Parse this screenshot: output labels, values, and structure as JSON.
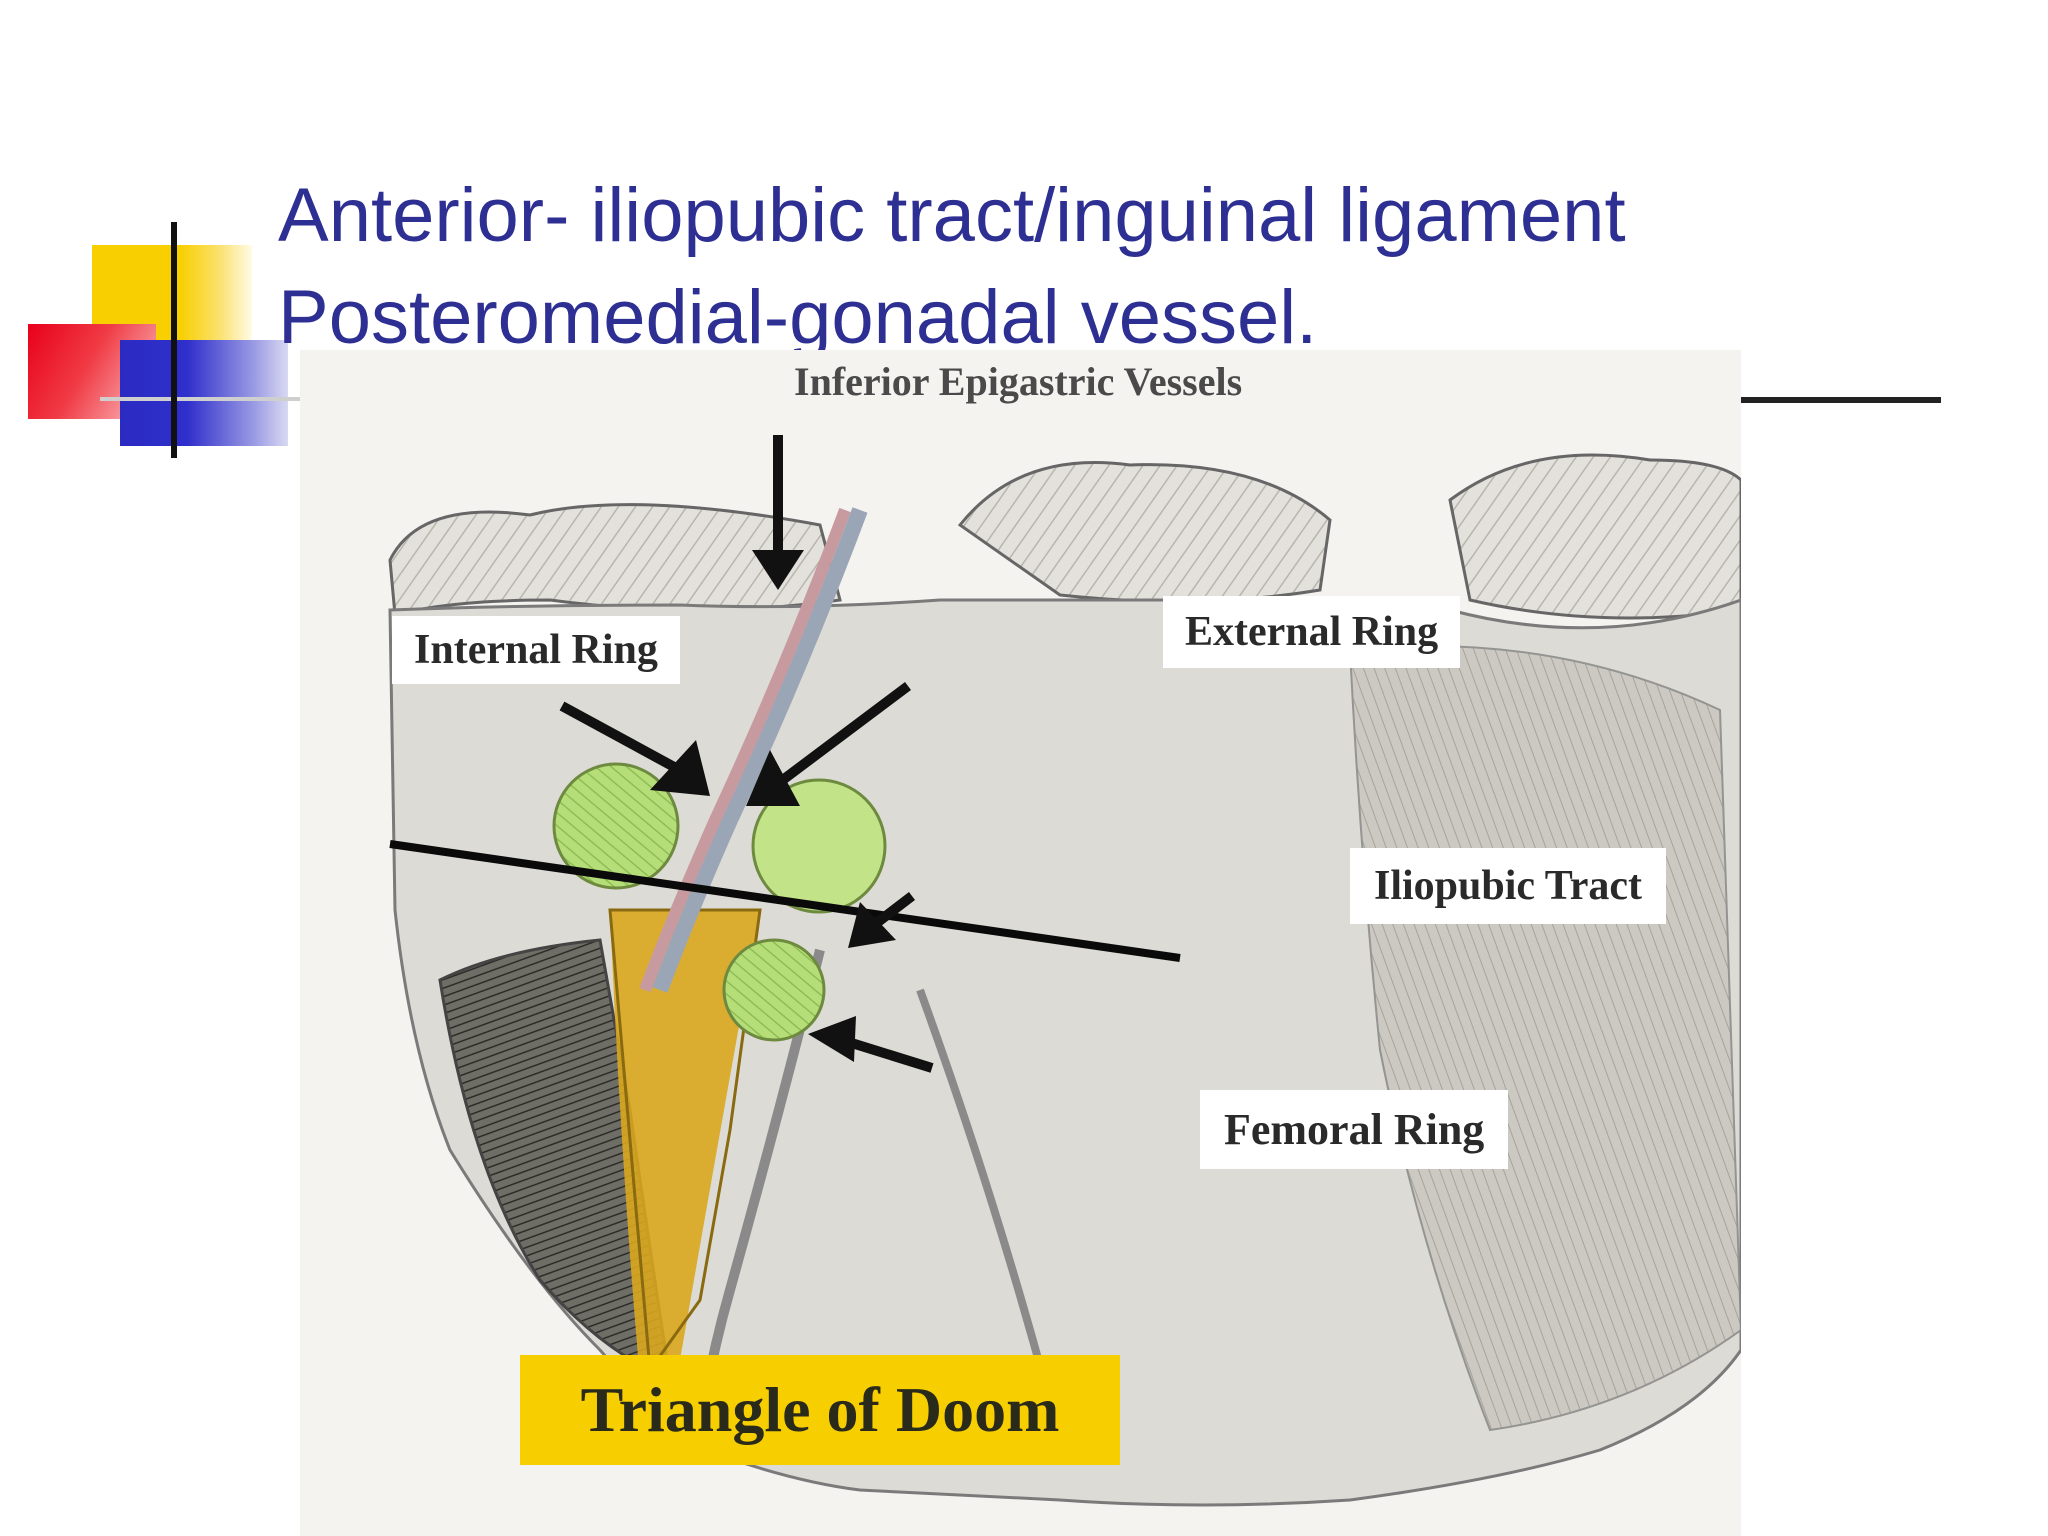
{
  "slide": {
    "title_line1": "Anterior- iliopubic tract/inguinal ligament",
    "title_line2": "Posteromedial-gonadal vessel."
  },
  "diagram": {
    "labels": {
      "inferior_epigastric": "Inferior Epigastric Vessels",
      "internal_ring": "Internal Ring",
      "external_ring": "External Ring",
      "iliopubic_tract": "Iliopubic Tract",
      "femoral_ring": "Femoral Ring",
      "triangle_of_doom": "Triangle of Doom"
    }
  },
  "colors": {
    "title": "#2e2f93",
    "ring_fill": "#b5de78",
    "triangle_fill": "#d9a71e",
    "triangle_label_bg": "#f7cf00"
  }
}
